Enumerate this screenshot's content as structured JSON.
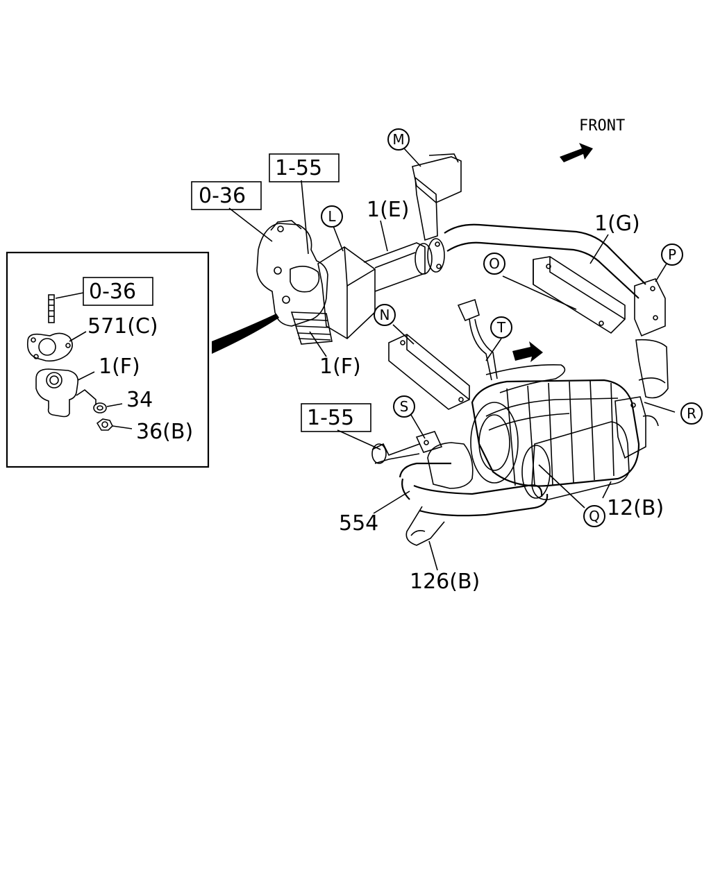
{
  "front_label": "FRONT",
  "labels": {
    "ref_0_36_main": "0-36",
    "ref_1_55_top": "1-55",
    "ref_1_55_bottom": "1-55",
    "ref_0_36_inset": "0-36",
    "part_1E": "1(E)",
    "part_1G": "1(G)",
    "part_1F_main": "1(F)",
    "part_1F_inset": "1(F)",
    "part_571C": "571(C)",
    "part_34": "34",
    "part_36B": "36(B)",
    "part_12B": "12(B)",
    "part_554": "554",
    "part_126B": "126(B)"
  },
  "callouts": {
    "L": "L",
    "M": "M",
    "N": "N",
    "O": "O",
    "P": "P",
    "Q": "Q",
    "R": "R",
    "S": "S",
    "T": "T"
  }
}
